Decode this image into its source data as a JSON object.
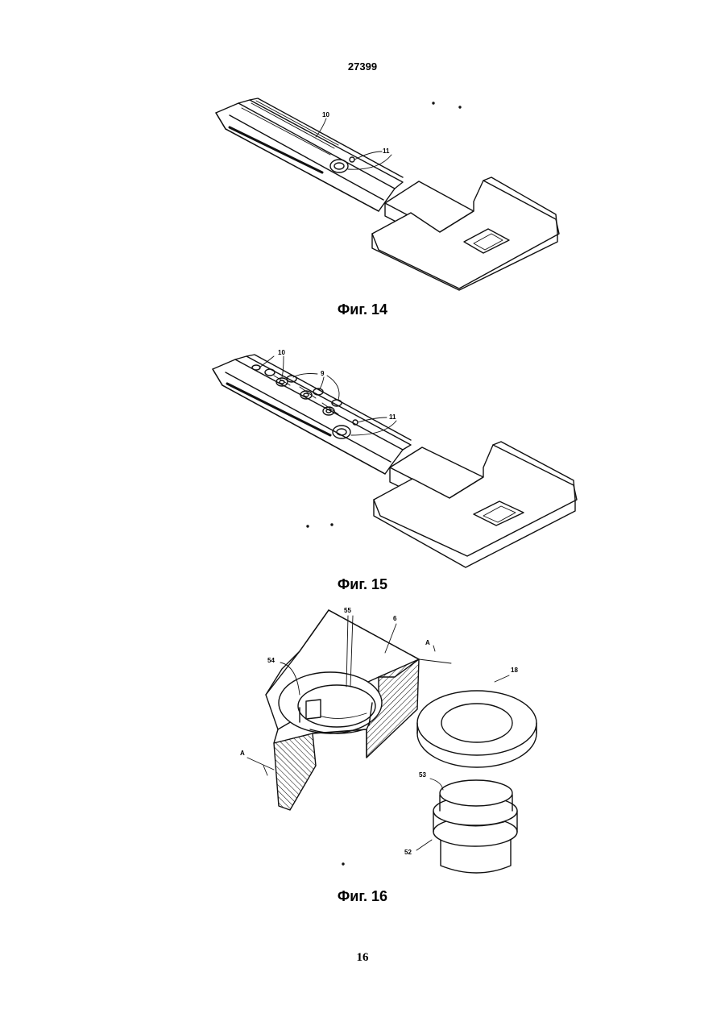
{
  "document": {
    "patent_number": "27399",
    "page_number": "16"
  },
  "figures": [
    {
      "caption": "Фиг. 14",
      "callouts": [
        "10",
        "11"
      ]
    },
    {
      "caption": "Фиг. 15",
      "callouts": [
        "10",
        "9",
        "11"
      ]
    },
    {
      "caption": "Фиг. 16",
      "callouts": [
        "55",
        "6",
        "A",
        "54",
        "18",
        "A",
        "53",
        "52"
      ]
    }
  ]
}
